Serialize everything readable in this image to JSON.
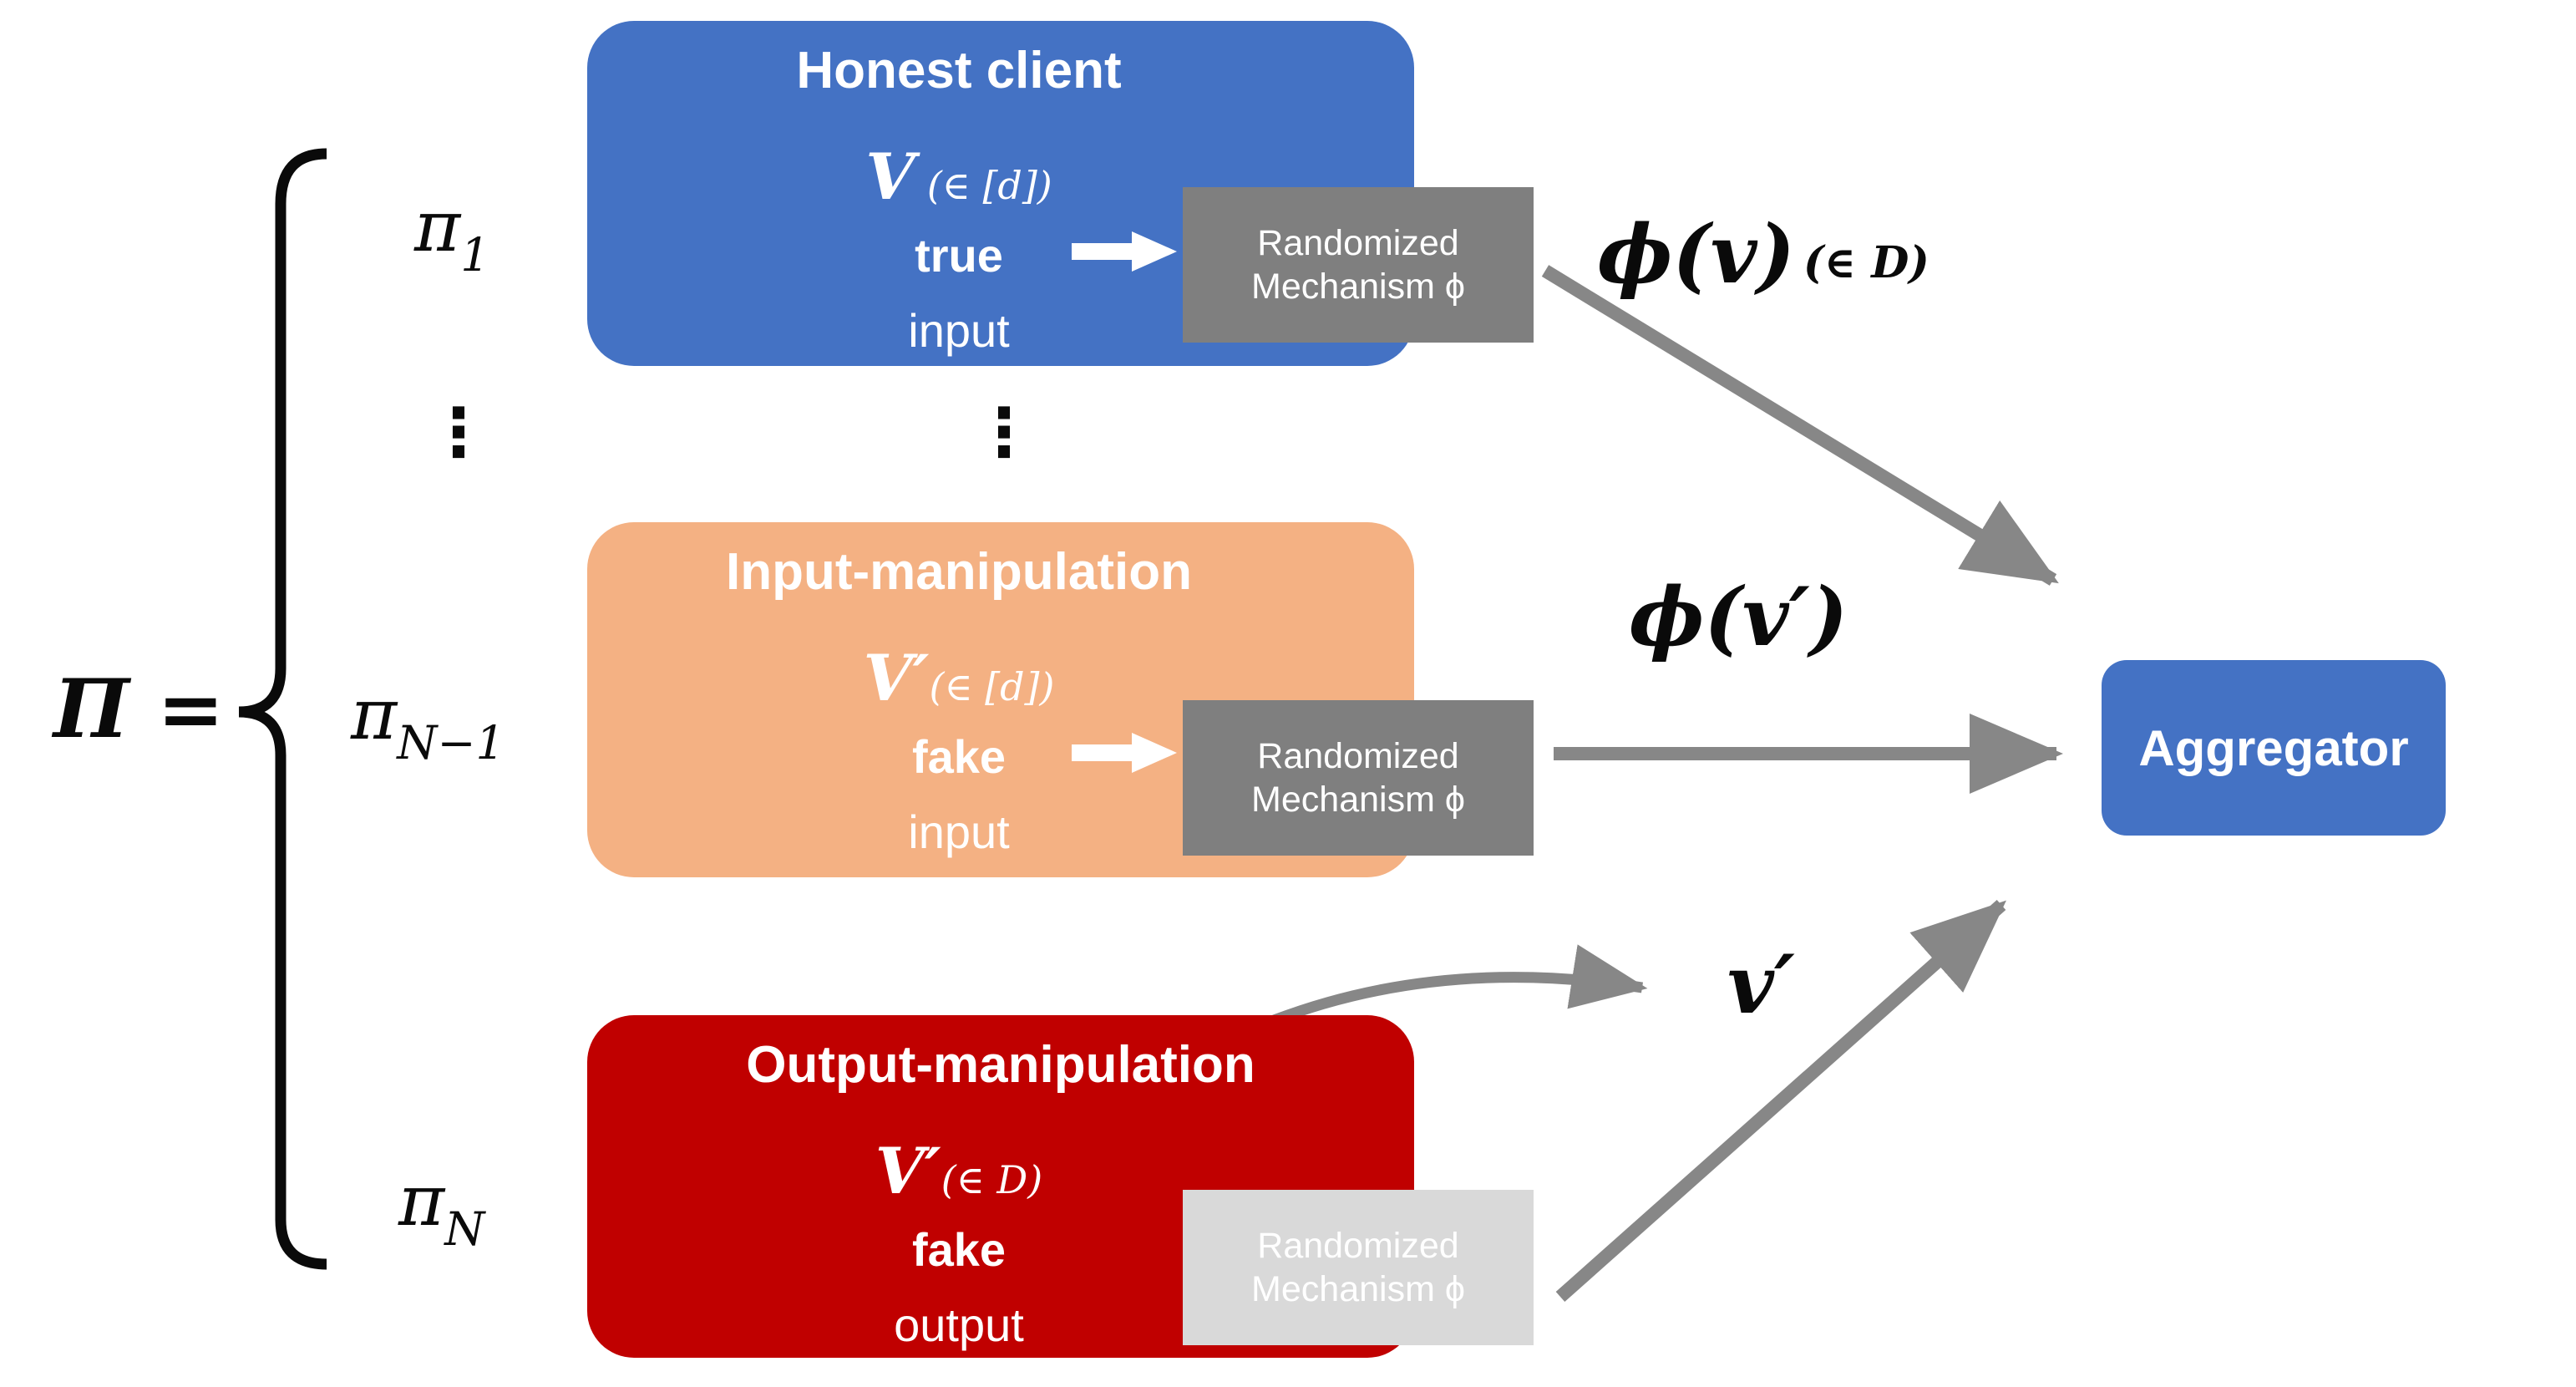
{
  "left_panel": {
    "set_label": "Π =",
    "ellipsis_left": "⋮",
    "ellipsis_center": "⋮",
    "client_indices": [
      {
        "base": "π",
        "sub": "1"
      },
      {
        "base": "π",
        "sub": "N−1"
      },
      {
        "base": "π",
        "sub": "N"
      }
    ]
  },
  "clients": [
    {
      "title": "Honest client",
      "value_main": "V",
      "value_paren": " (∈ [d])",
      "value_qualifier": "true",
      "value_io": "input",
      "mechanism_line1": "Randomized",
      "mechanism_line2": "Mechanism ϕ",
      "box_color": "#4472C4",
      "mechanism_color": "#7F7F7F"
    },
    {
      "title": "Input-manipulation",
      "value_main": "V′",
      "value_paren": "(∈ [d])",
      "value_qualifier": "fake",
      "value_io": "input",
      "mechanism_line1": "Randomized",
      "mechanism_line2": "Mechanism ϕ",
      "box_color": "#F4B183",
      "mechanism_color": "#7F7F7F"
    },
    {
      "title": "Output-manipulation",
      "value_main": "V′",
      "value_paren": "(∈ D)",
      "value_qualifier": "fake",
      "value_io": "output",
      "mechanism_line1": "Randomized",
      "mechanism_line2": "Mechanism ϕ",
      "box_color": "#C00000",
      "mechanism_color": "#D9D9D9"
    }
  ],
  "aggregator": {
    "label": "Aggregator",
    "color": "#4472C4"
  },
  "messages": {
    "honest_report": {
      "main": "ϕ(v)",
      "suffix": "(∈ D)"
    },
    "input_manipulation_report": {
      "main": "ϕ(v′)"
    },
    "output_manipulation_report": {
      "main": "v′"
    }
  },
  "arrow_color": "#878787"
}
